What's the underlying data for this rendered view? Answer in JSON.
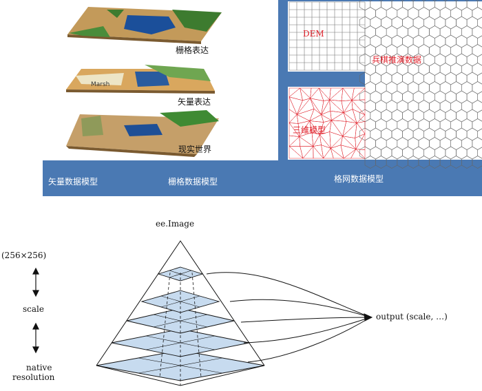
{
  "top": {
    "layer_labels": {
      "raster": "栅格表达",
      "vector": "矢量表达",
      "real": "现实世界"
    },
    "bar_labels": {
      "vector_model": "矢量数据模型",
      "raster_model": "栅格数据模型",
      "grid_model": "格网数据模型"
    },
    "grid_labels": {
      "dem": "DEM",
      "hex": "兵棋推演数据",
      "tin": "三维模型"
    },
    "colors": {
      "bar": "#4a79b3",
      "grid_red": "#e0202a",
      "pyramid_fill": "#c7dbef"
    }
  },
  "pyramid": {
    "title": "ee.Image",
    "tile_size": "(256×256)",
    "scale_label": "scale",
    "native_label_1": "native",
    "native_label_2": "resolution",
    "output_label": "output (scale, …)"
  }
}
